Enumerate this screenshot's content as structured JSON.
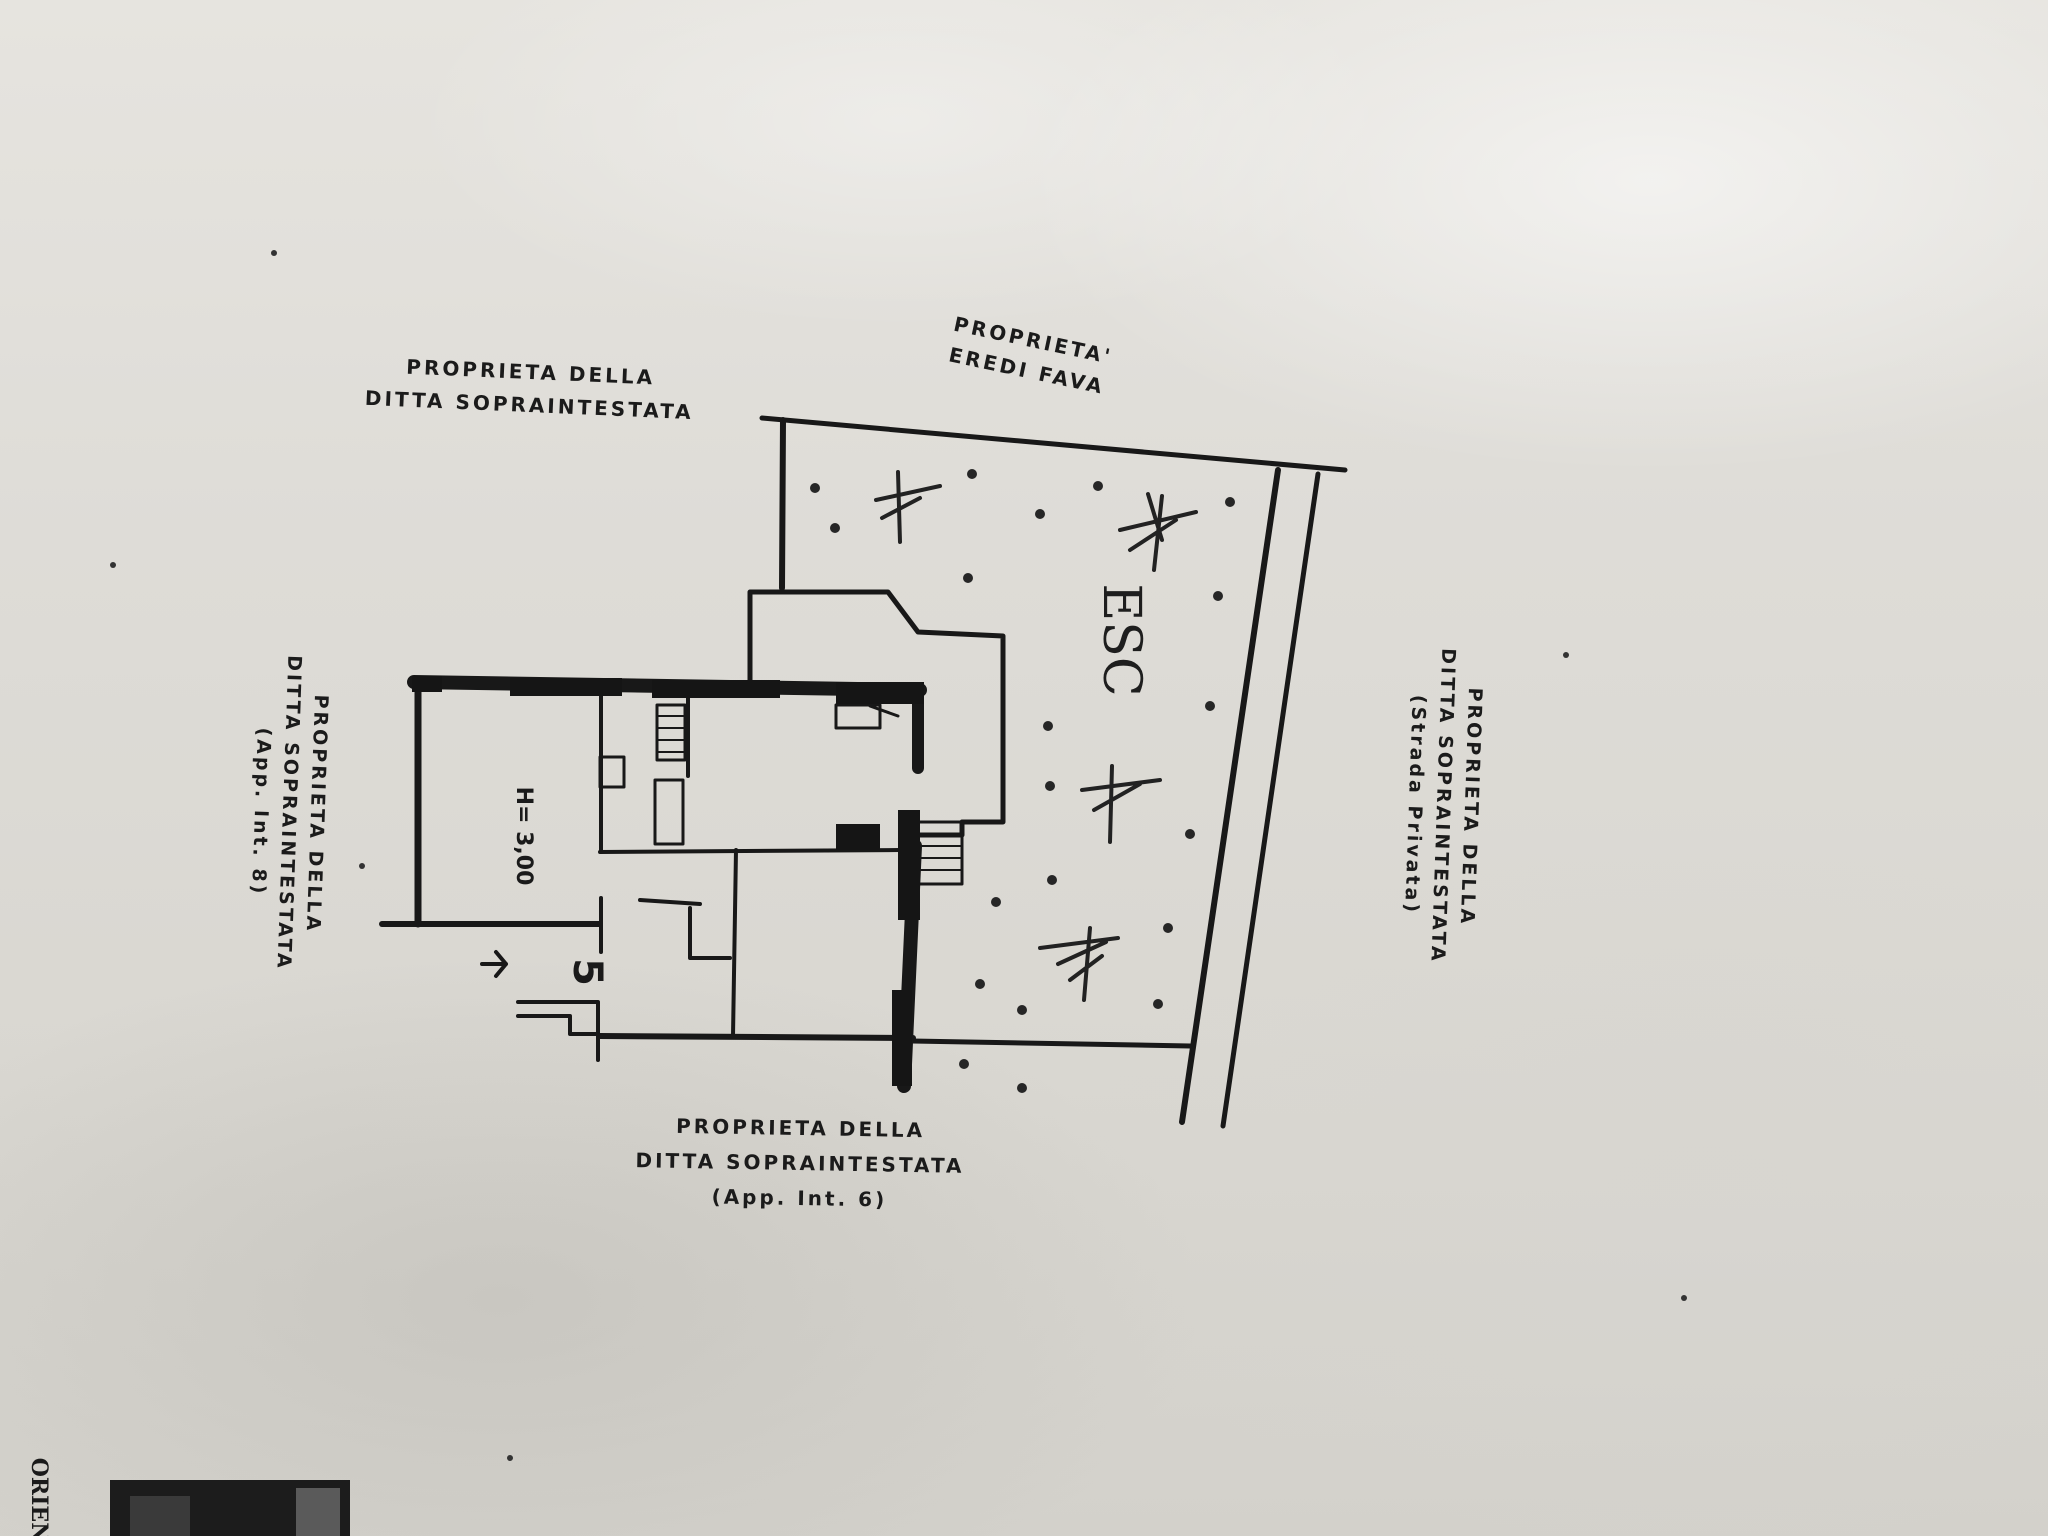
{
  "labels": {
    "top_left": {
      "line1": "PROPRIETA DELLA",
      "line2": "DITTA SOPRAINTESTATA"
    },
    "top_right": {
      "line1": "PROPRIETA'",
      "line2": "EREDI FAVA"
    },
    "left": {
      "line1": "PROPRIETA DELLA",
      "line2": "DITTA SOPRAINTESTATA",
      "line3": "(App. Int. 8)"
    },
    "right": {
      "line1": "PROPRIETA DELLA",
      "line2": "DITTA SOPRAINTESTATA",
      "line3": "(Strada Privata)"
    },
    "bottom": {
      "line1": "PROPRIETA DELLA",
      "line2": "DITTA SOPRAINTESTATA",
      "line3": "(App. Int. 6)"
    }
  },
  "plan": {
    "room_height": "H= 3,00",
    "garden_mark": "ESC",
    "unit_number": "5"
  },
  "corner_text": "ORIEN"
}
